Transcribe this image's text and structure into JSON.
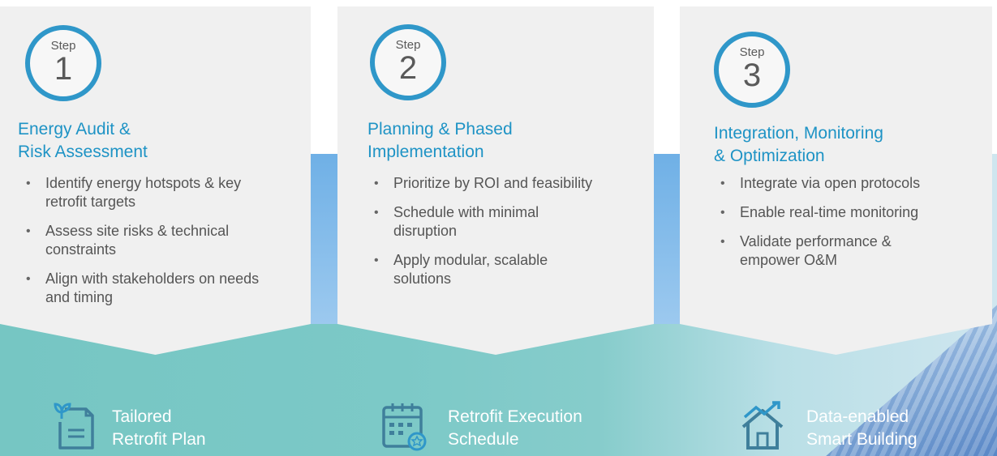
{
  "steps": [
    {
      "step_label": "Step",
      "number": "1",
      "title_line1": "Energy Audit &",
      "title_line2": "Risk Assessment",
      "bullets": [
        {
          "line1": "Identify energy hotspots & key",
          "line2": "retrofit targets"
        },
        {
          "line1": "Assess site risks & technical",
          "line2": "constraints"
        },
        {
          "line1": "Align with stakeholders on needs",
          "line2": "and timing"
        }
      ]
    },
    {
      "step_label": "Step",
      "number": "2",
      "title_line1": "Planning & Phased",
      "title_line2": "Implementation",
      "bullets": [
        {
          "line1": "Prioritize by ROI and feasibility",
          "line2": ""
        },
        {
          "line1": "Schedule with minimal",
          "line2": "disruption"
        },
        {
          "line1": "Apply modular, scalable",
          "line2": "solutions"
        }
      ]
    },
    {
      "step_label": "Step",
      "number": "3",
      "title_line1": "Integration, Monitoring",
      "title_line2": "& Optimization",
      "bullets": [
        {
          "line1": "Integrate via open protocols",
          "line2": ""
        },
        {
          "line1": "Enable real-time monitoring",
          "line2": ""
        },
        {
          "line1": "Validate performance &",
          "line2": "empower O&M"
        }
      ]
    }
  ],
  "outcomes": [
    {
      "line1": "Tailored",
      "line2": "Retrofit Plan",
      "icon": "document-leaf-icon"
    },
    {
      "line1": "Retrofit Execution",
      "line2": "Schedule",
      "icon": "calendar-gear-icon"
    },
    {
      "line1": "Data-enabled",
      "line2": "Smart Building",
      "icon": "house-chart-icon"
    }
  ],
  "colors": {
    "accent_blue": "#1e93c5",
    "circle_border": "#2f97c9",
    "card_bg": "#f0f0f0",
    "teal_bg": "#76c6c3",
    "icon_color": "#3f7f9b"
  },
  "bullet_char": "•"
}
